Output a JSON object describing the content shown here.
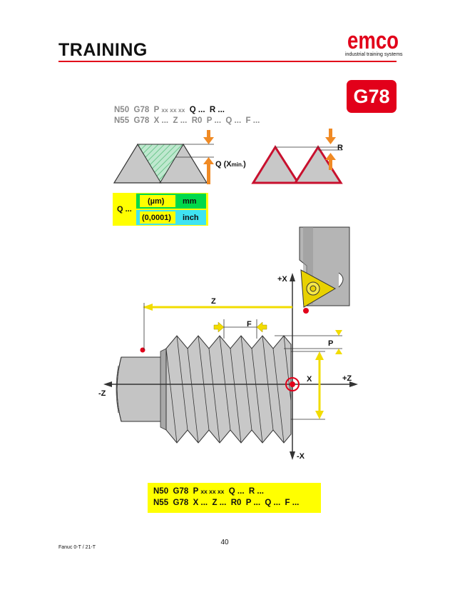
{
  "header": {
    "title": "TRAINING",
    "logo": "emco",
    "logo_tagline": "industrial training systems"
  },
  "badge": "G78",
  "top_code": {
    "line1": {
      "n": "N50",
      "g": "G78",
      "p": "P",
      "pv": "xx xx xx",
      "q": "Q ...",
      "r": "R ..."
    },
    "line2": {
      "n": "N55",
      "g": "G78",
      "x": "X ...",
      "z": "Z ...",
      "r0": "R0",
      "p": "P ...",
      "q": "Q ...",
      "f": "F ..."
    }
  },
  "thread_labels": {
    "q": "Q (X",
    "q_sub": "min.",
    "q_end": ")",
    "r": "R"
  },
  "q_table": {
    "label": "Q ...",
    "row1": {
      "unit_value": "(µm)",
      "unit": "mm"
    },
    "row2": {
      "unit_value": "(0,0001)",
      "unit": "inch"
    }
  },
  "drawing": {
    "plus_x": "+X",
    "minus_x": "-X",
    "plus_z": "+Z",
    "minus_z": "-Z",
    "z": "Z",
    "f": "F",
    "p": "P",
    "x": "X"
  },
  "bottom_code": {
    "line1": {
      "n": "N50",
      "g": "G78",
      "p": "P",
      "pv": "xx xx xx",
      "q": "Q ...",
      "r": "R ..."
    },
    "line2": {
      "n": "N55",
      "g": "G78",
      "x": "X ...",
      "z": "Z ...",
      "r0": "R0",
      "p": "P ...",
      "q": "Q ...",
      "f": "F ..."
    }
  },
  "footer": {
    "page_number": "40",
    "left": "Fanuc 0-T / 21-T"
  },
  "colors": {
    "brand_red": "#e2001a",
    "highlight_yellow": "#ffff00",
    "green": "#00d94a",
    "cyan": "#3fe4f2",
    "arrow_orange": "#f08a24"
  }
}
